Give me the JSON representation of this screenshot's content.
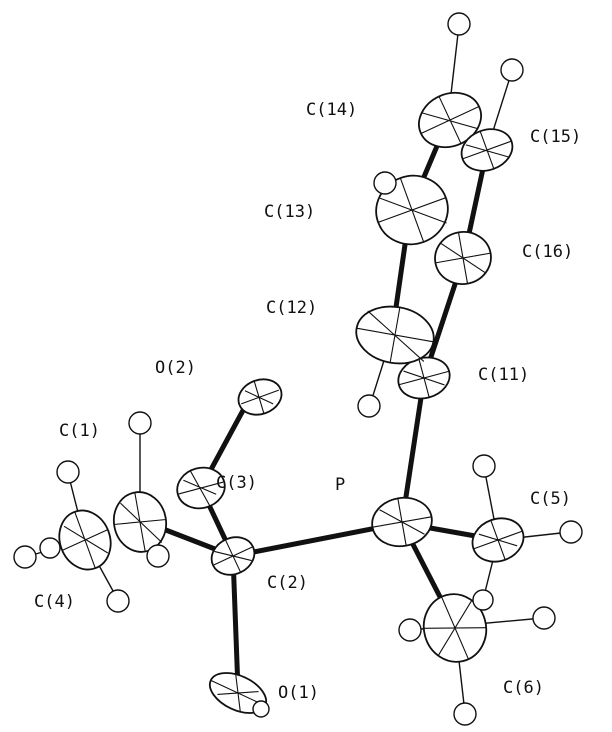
{
  "labels": {
    "c1": "C(1)",
    "c2": "C(2)",
    "c3": "C(3)",
    "c4": "C(4)",
    "c5": "C(5)",
    "c6": "C(6)",
    "c11": "C(11)",
    "c12": "C(12)",
    "c13": "C(13)",
    "c14": "C(14)",
    "c15": "C(15)",
    "c16": "C(16)",
    "o1": "O(1)",
    "o2": "O(2)",
    "p": "P"
  }
}
